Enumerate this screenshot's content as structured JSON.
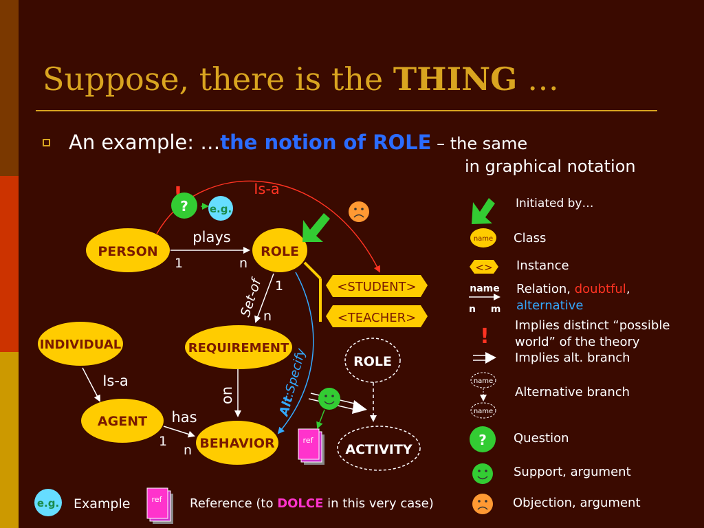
{
  "title": {
    "prefix": "Suppose, there is the ",
    "bold": "THING",
    "suffix": " …"
  },
  "bullet": {
    "prefix": "An example: …",
    "accent": "the notion of ROLE",
    "suffix": " – the same",
    "line2": "in graphical notation"
  },
  "nodes": {
    "person": "PERSON",
    "role": "ROLE",
    "individual": "INDIVIDUAL",
    "requirement": "REQUIREMENT",
    "agent": "AGENT",
    "behavior": "BEHAVIOR",
    "role_alt": "ROLE",
    "activity": "ACTIVITY",
    "student": "<STUDENT>",
    "teacher": "<TEACHER>"
  },
  "edges": {
    "is_a_top": "Is-a",
    "plays": "plays",
    "plays_from": "1",
    "plays_to": "n",
    "set_of": "Set-of",
    "set_of_from": "1",
    "set_of_to": "n",
    "is_a_left": "Is-a",
    "on": "on",
    "has": "has",
    "has_from": "1",
    "has_to": "n",
    "alt_prefix": "Alt",
    "alt_suffix": ":Specify"
  },
  "marks": {
    "exclamation": "!",
    "question": "?",
    "eg": "e.g.",
    "ref": "ref"
  },
  "legend": {
    "initiated_by": "Initiated by…",
    "class_icon": "name",
    "class": "Class",
    "instance_icon": "<>",
    "instance": "Instance",
    "relation_name": "name",
    "relation_n": "n",
    "relation_m": "m",
    "relation_prefix": "Relation, ",
    "relation_doubtful": "doubtful",
    "relation_comma": ",",
    "relation_alternative": "alternative",
    "implies_icon": "!",
    "implies_line1": "Implies distinct “possible",
    "implies_line2": "world” of the theory",
    "alt_branch_implies": "Implies alt. branch",
    "alt_icon_top": "name",
    "alt_icon_bottom": "name",
    "alt_branch": "Alternative branch",
    "question_icon": "?",
    "question": "Question",
    "support": "Support, argument",
    "objection": "Objection, argument"
  },
  "footer": {
    "eg_icon": "e.g.",
    "example": "Example",
    "ref_icon": "ref",
    "reference_prefix": "Reference (to ",
    "dolce": "DOLCE",
    "reference_suffix": " in this very case)"
  },
  "colors": {
    "background": "#3a0a00",
    "title": "#d9a520",
    "node_fill": "#ffcc00",
    "node_text": "#7a1a00",
    "accent_blue": "#2b6cff",
    "green": "#33cc33",
    "red": "#ff3322",
    "magenta": "#ff33cc"
  }
}
